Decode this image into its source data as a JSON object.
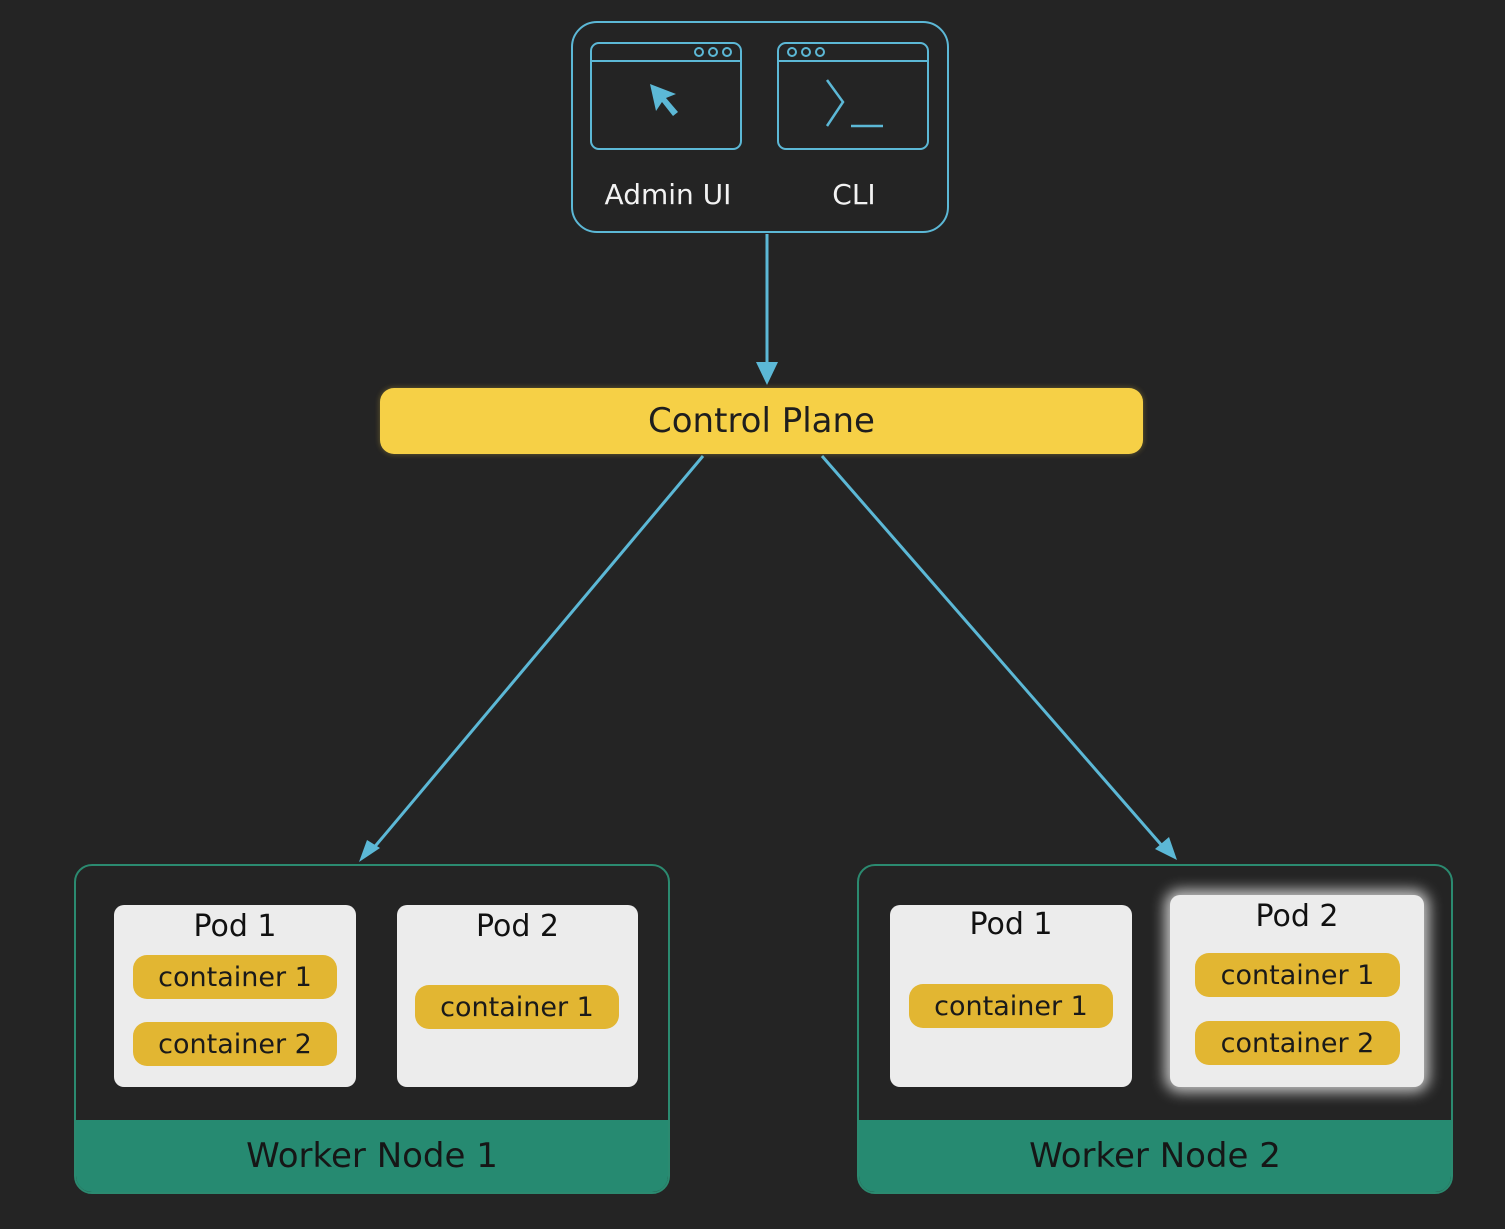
{
  "clients": {
    "admin_ui": {
      "label": "Admin UI",
      "icon": "cursor-icon"
    },
    "cli": {
      "label": "CLI",
      "icon": "terminal-prompt-icon"
    }
  },
  "control_plane": {
    "label": "Control Plane"
  },
  "worker_nodes": [
    {
      "label": "Worker Node 1",
      "pods": [
        {
          "label": "Pod 1",
          "containers": [
            "container 1",
            "container 2"
          ]
        },
        {
          "label": "Pod 2",
          "containers": [
            "container 1"
          ]
        }
      ]
    },
    {
      "label": "Worker Node 2",
      "pods": [
        {
          "label": "Pod 1",
          "containers": [
            "container 1"
          ]
        },
        {
          "label": "Pod 2",
          "containers": [
            "container 1",
            "container 2"
          ],
          "highlighted": true
        }
      ]
    }
  ],
  "colors": {
    "background": "#242424",
    "accent_line": "#5cb8d6",
    "control_plane": "#f6d046",
    "container": "#e2b632",
    "node": "#268a71",
    "pod": "#ececec"
  }
}
